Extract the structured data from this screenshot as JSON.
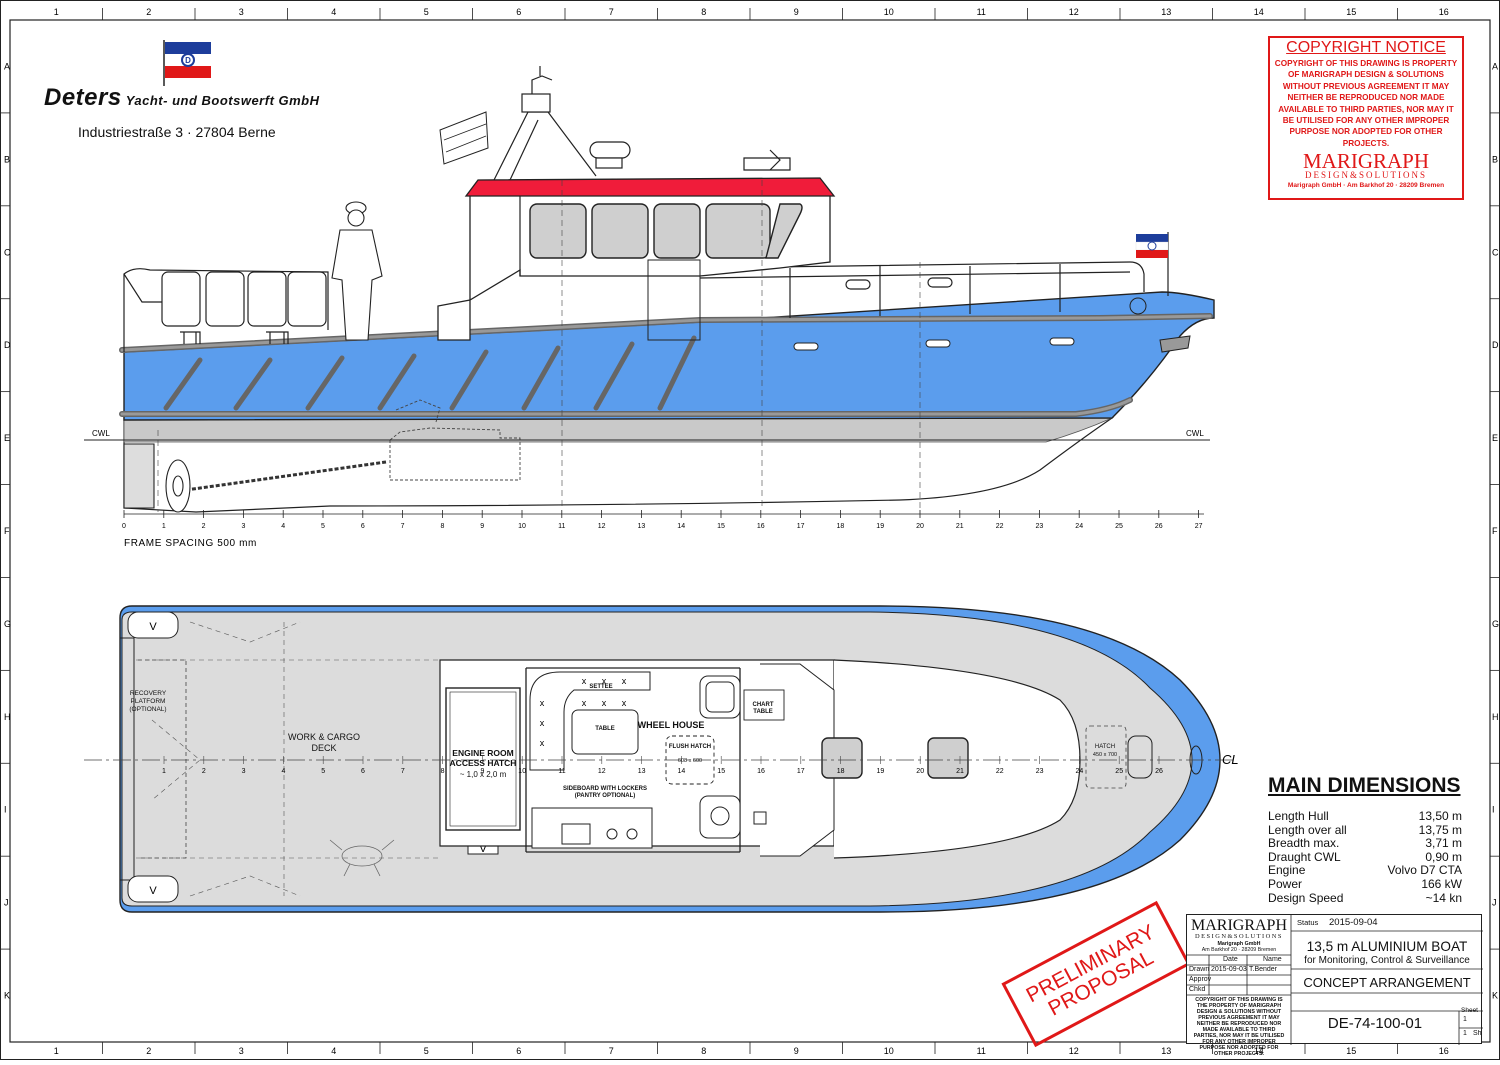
{
  "border": {
    "columns": [
      "1",
      "2",
      "3",
      "4",
      "5",
      "6",
      "7",
      "8",
      "9",
      "10",
      "11",
      "12",
      "13",
      "14",
      "15",
      "16"
    ],
    "rows": [
      "A",
      "B",
      "C",
      "D",
      "E",
      "F",
      "G",
      "H",
      "I",
      "J",
      "K"
    ]
  },
  "builder": {
    "name": "Deters",
    "name_suffix": "Yacht- und Bootswerft GmbH",
    "address": "Industriestraße 3 · 27804 Berne"
  },
  "copyright": {
    "title": "COPYRIGHT NOTICE",
    "text": "COPYRIGHT OF THIS DRAWING IS PROPERTY OF MARIGRAPH DESIGN & SOLUTIONS WITHOUT PREVIOUS AGREEMENT IT MAY NEITHER BE REPRODUCED NOR MADE AVAILABLE TO THIRD PARTIES, NOR MAY IT BE UTILISED FOR ANY OTHER IMPROPER PURPOSE NOR ADOPTED FOR OTHER PROJECTS.",
    "logo": "MARIGRAPH",
    "logo_sub": "DESIGN&SOLUTIONS",
    "address": "Marigraph GmbH · Am Barkhof 20 · 28209 Bremen"
  },
  "profile": {
    "waterline_label": "CWL",
    "frame_numbers": [
      "0",
      "1",
      "2",
      "3",
      "4",
      "5",
      "6",
      "7",
      "8",
      "9",
      "10",
      "11",
      "12",
      "13",
      "14",
      "15",
      "16",
      "17",
      "18",
      "19",
      "20",
      "21",
      "22",
      "23",
      "24",
      "25",
      "26",
      "27"
    ],
    "frame_spacing_note": "FRAME SPACING 500 mm"
  },
  "plan": {
    "recovery_platform": "RECOVERY PLATFORM (OPTIONAL)",
    "work_deck": "WORK & CARGO DECK",
    "engine_hatch": "ENGINE ROOM ACCESS HATCH",
    "engine_hatch_size": "~ 1,0 x 2,0 m",
    "settee": "SETTEE",
    "table": "TABLE",
    "wheel_house": "WHEEL HOUSE",
    "chart_table": "CHART TABLE",
    "flush_hatch": "FLUSH HATCH",
    "flush_hatch_size": "608 x 600",
    "sideboard": "SIDEBOARD WITH LOCKERS (PANTRY OPTIONAL)",
    "hatch": "HATCH",
    "hatch_size": "450 x 700",
    "centerline": "CL",
    "frame_numbers": [
      "1",
      "2",
      "3",
      "4",
      "5",
      "6",
      "7",
      "8",
      "9",
      "10",
      "11",
      "12",
      "13",
      "14",
      "15",
      "16",
      "17",
      "18",
      "19",
      "20",
      "21",
      "22",
      "23",
      "24",
      "25",
      "26"
    ]
  },
  "main_dimensions": {
    "title": "MAIN DIMENSIONS",
    "rows": [
      {
        "label": "Length Hull",
        "value": "13,50 m"
      },
      {
        "label": "Length over all",
        "value": "13,75 m"
      },
      {
        "label": "Breadth max.",
        "value": "3,71 m"
      },
      {
        "label": "Draught CWL",
        "value": "0,90 m"
      },
      {
        "label": "Engine",
        "value": "Volvo D7 CTA"
      },
      {
        "label": "Power",
        "value": "166 kW"
      },
      {
        "label": "Design Speed",
        "value": "~14 kn"
      }
    ]
  },
  "stamp": {
    "line1": "PRELIMINARY",
    "line2": "PROPOSAL"
  },
  "title_block": {
    "logo": "MARIGRAPH",
    "logo_sub": "DESIGN&SOLUTIONS",
    "company": "Marigraph GmbH",
    "company_address": "Am Barkhof 20 · 28209 Bremen",
    "status_label": "Status",
    "status_value": "2015-09-04",
    "date_header": "Date",
    "name_header": "Name",
    "drawn_label": "Drawn",
    "drawn_date": "2015-09-03",
    "drawn_name": "T.Bender",
    "approved_label": "Approv",
    "checked_label": "Chkd",
    "copyright_small": "COPYRIGHT OF THIS DRAWING IS THE PROPERTY OF MARIGRAPH DESIGN & SOLUTIONS WITHOUT PREVIOUS AGREEMENT IT MAY NEITHER BE REPRODUCED NOR MADE AVAILABLE TO THIRD PARTIES, NOR MAY IT BE UTILISED FOR ANY OTHER IMPROPER PURPOSE NOR ADOPTED FOR OTHER PROJECTS.",
    "title": "13,5 m ALUMINIUM BOAT",
    "subtitle": "for Monitoring, Control & Surveillance",
    "drawing_name": "CONCEPT ARRANGEMENT",
    "drawing_number": "DE-74-100-01",
    "sheet_label": "Sheet",
    "sheet_value": "1",
    "sheet_of": "1",
    "sheets_label": "Sh"
  },
  "colors": {
    "hull_blue": "#5b9ded",
    "roof_red": "#f01c3a",
    "deck_grey": "#dcdcdc",
    "stamp_red": "#e01818",
    "line": "#222222"
  }
}
